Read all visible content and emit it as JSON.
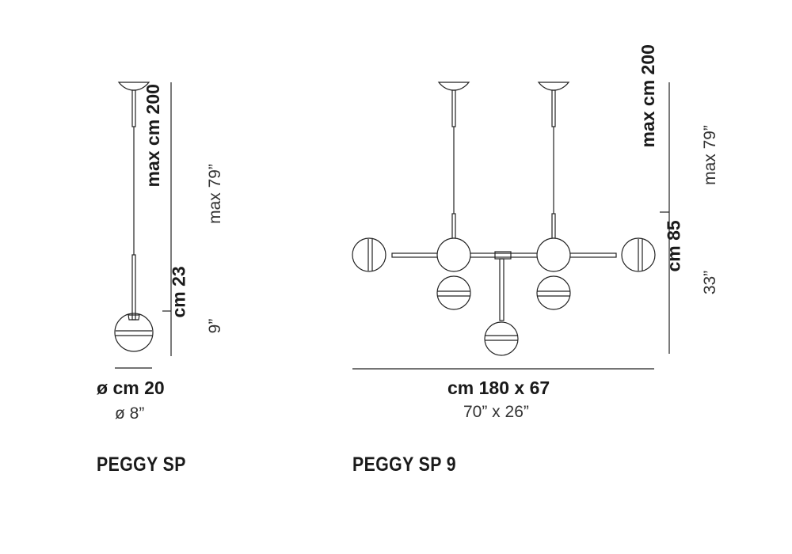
{
  "single": {
    "name": "PEGGY SP",
    "height_cm": "max cm 200",
    "height_in": "max 79”",
    "globe_cm": "cm 23",
    "globe_in": "9”",
    "diameter_cm": "ø cm 20",
    "diameter_in": "ø 8”"
  },
  "multi": {
    "name": "PEGGY SP 9",
    "height_cm": "max cm 200",
    "height_in": "max 79”",
    "body_cm": "cm 85",
    "body_in": "33”",
    "width_cm": "cm 180 x 67",
    "width_in": "70” x 26”"
  }
}
